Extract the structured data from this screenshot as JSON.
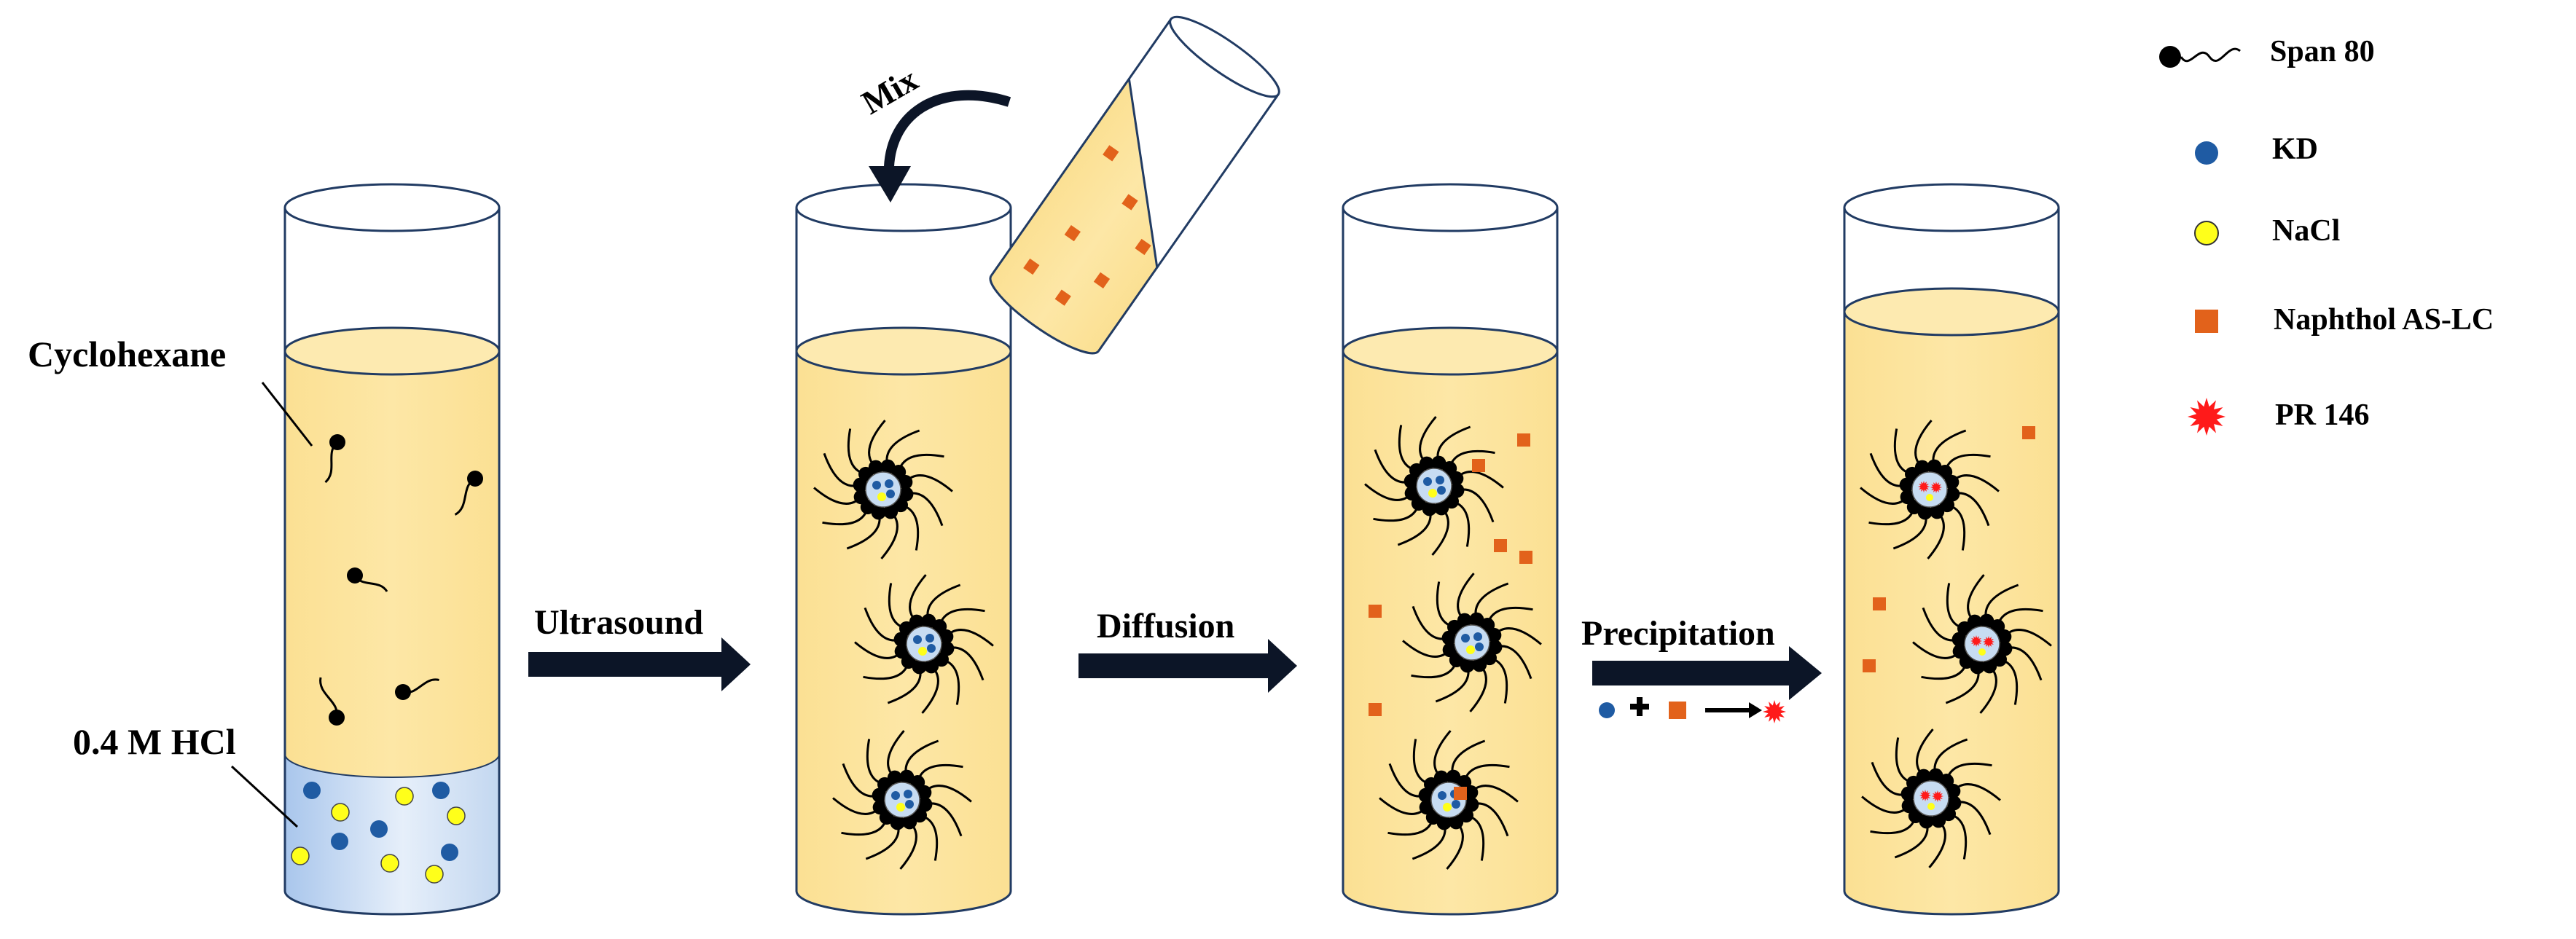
{
  "labels": {
    "cyclohexane": "Cyclohexane",
    "hcl": "0.4 M HCl",
    "ultrasound": "Ultrasound",
    "mix": "Mix",
    "diffusion": "Diffusion",
    "precipitation": "Precipitation"
  },
  "legend": {
    "span80": "Span 80",
    "kd": "KD",
    "nacl": "NaCl",
    "naphthol": "Naphthol AS-LC",
    "pr146": "PR 146"
  },
  "colors": {
    "oil": "#fde49d",
    "oil_top": "#fdeab0",
    "hcl_light": "#eef4fb",
    "hcl_dark": "#a9c6ec",
    "tube_stroke": "#213b63",
    "kd": "#1f5ba3",
    "nacl": "#ffff1a",
    "naphthol": "#e2621b",
    "pr146": "#ff1a1a",
    "arrow": "#0c1527",
    "micelle_core": "#c7dcf2"
  }
}
